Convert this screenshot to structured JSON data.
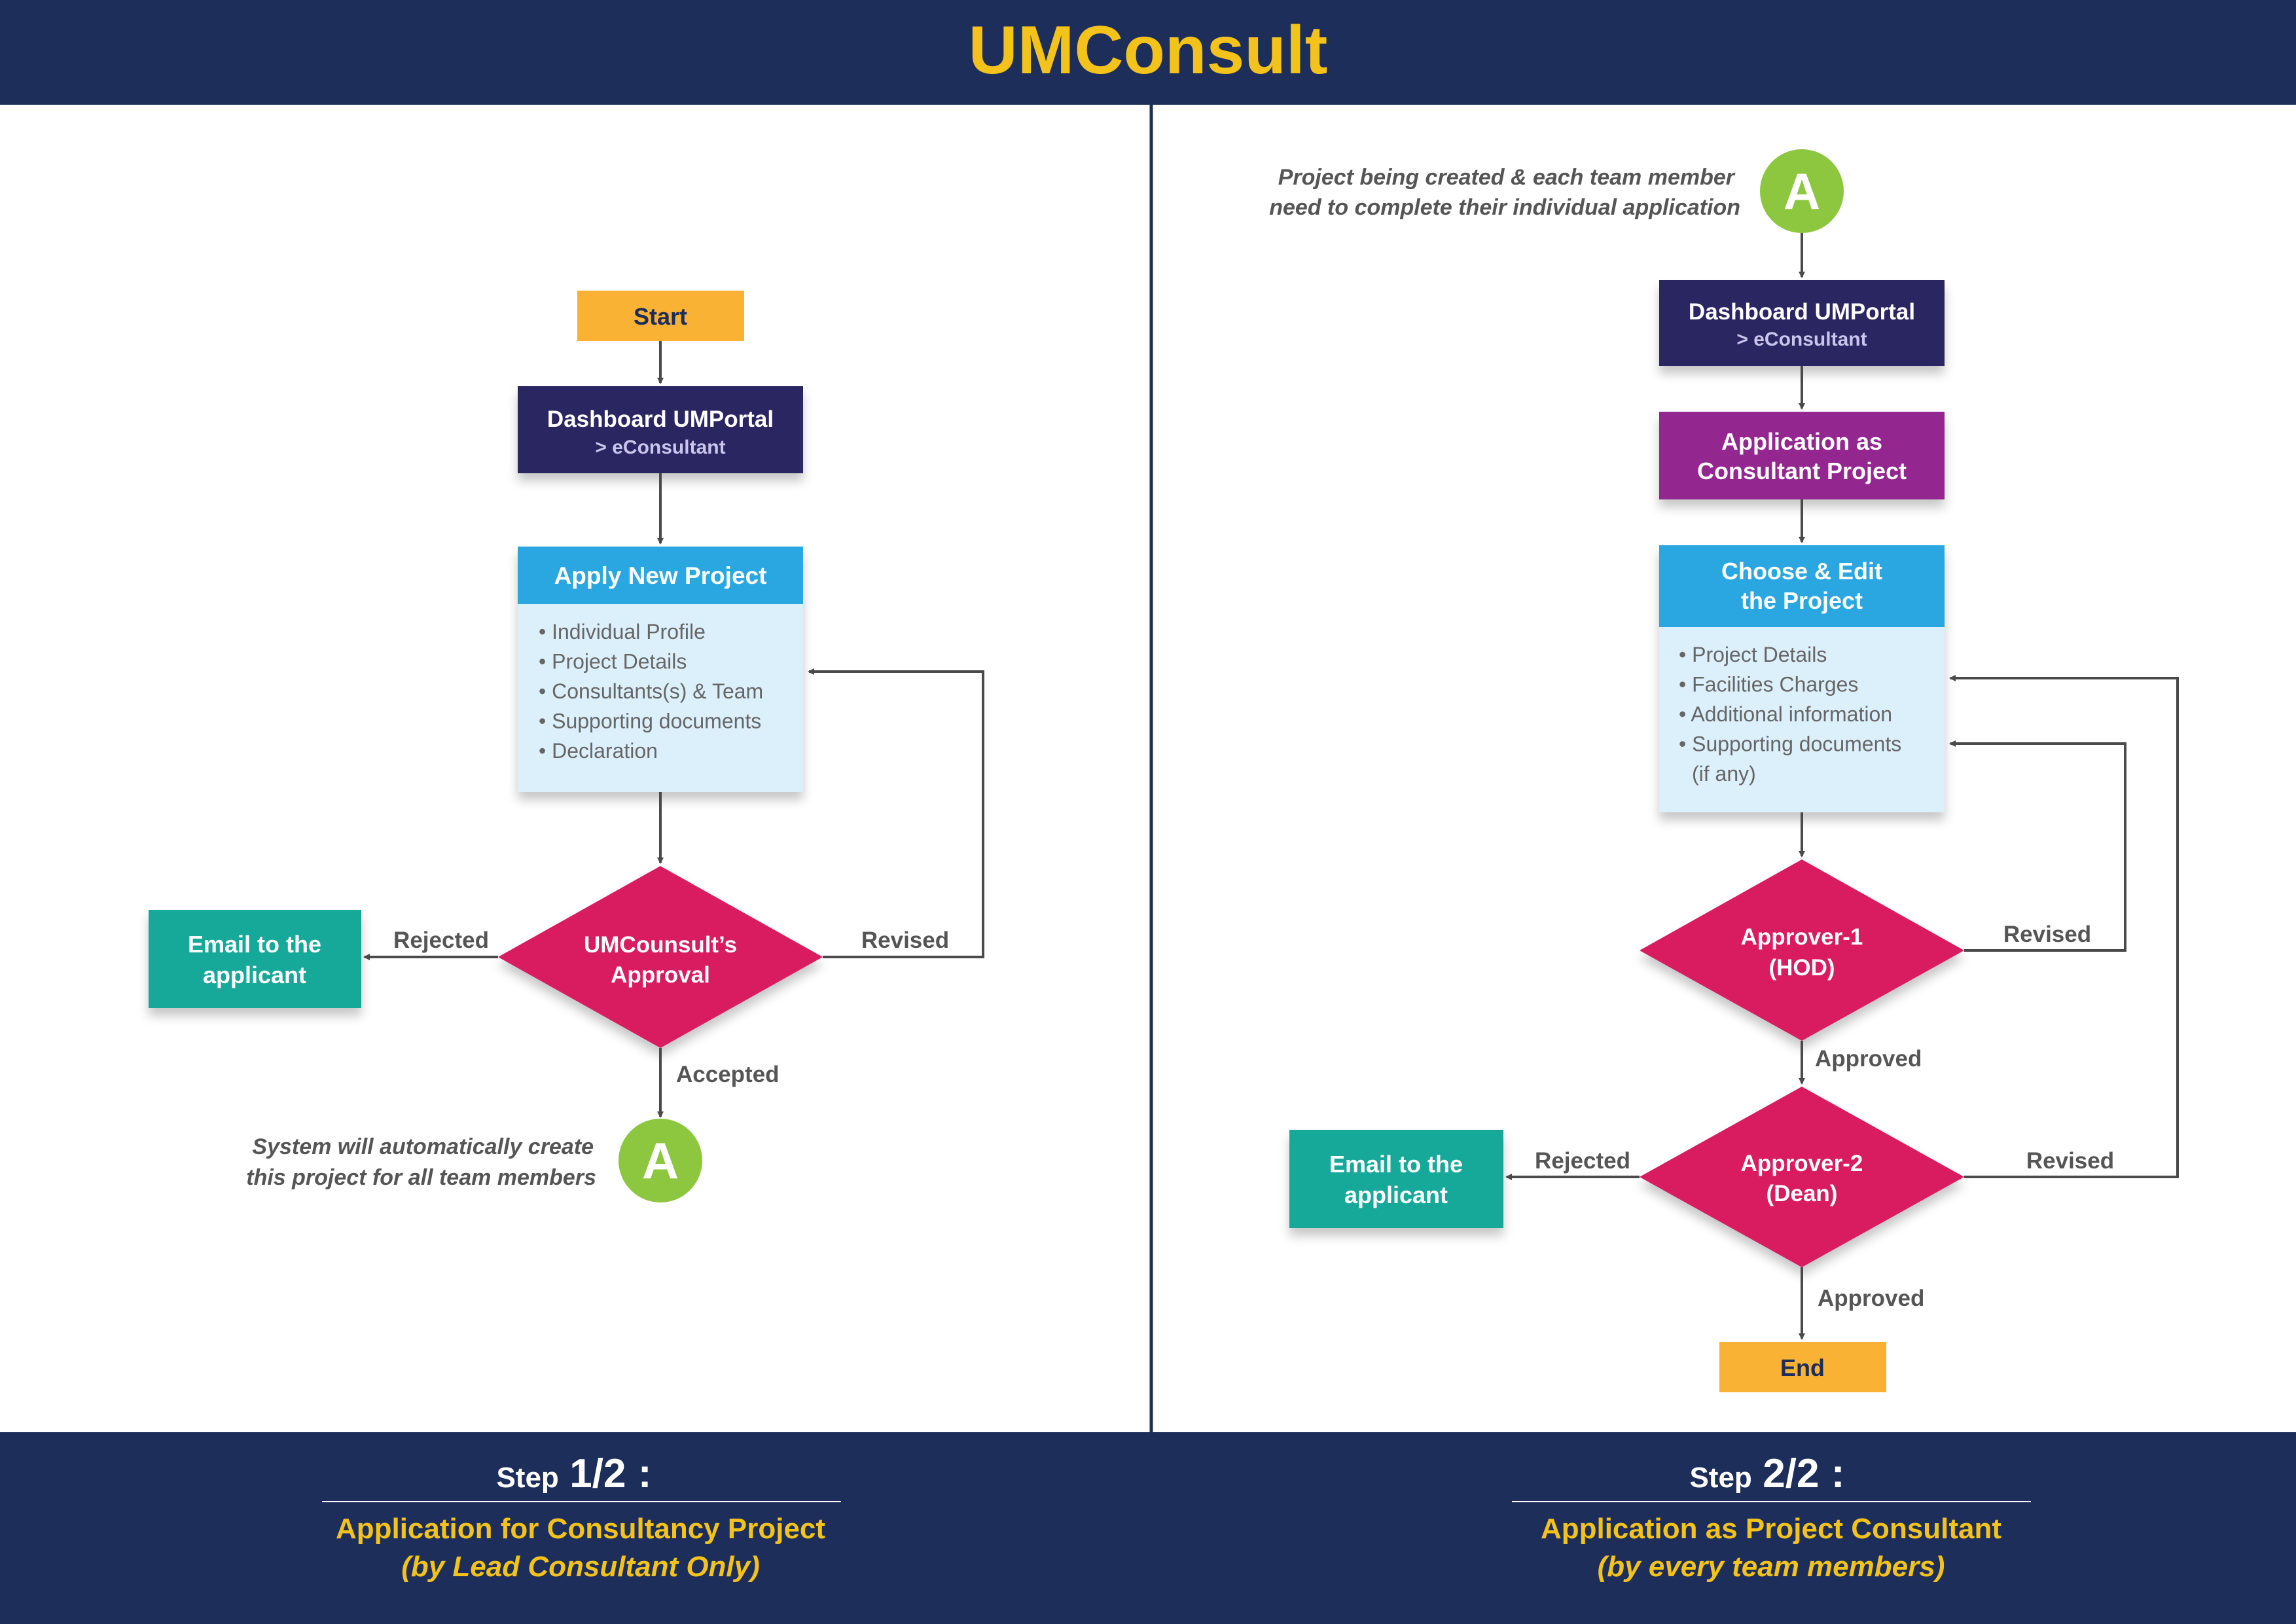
{
  "header": {
    "title": "UMConsult"
  },
  "colors": {
    "navy": "#1c2e59",
    "title_gold": "#f3c21b",
    "start_end_orange": "#f9b233",
    "dashboard_navy": "#2a2662",
    "dashboard_sub": "#c9c6ec",
    "apply_blue": "#2aa7e1",
    "light_blue_panel": "#dcf0fb",
    "decision_pink": "#d81b5e",
    "email_teal": "#17a999",
    "connector_green": "#8dc63f",
    "application_purple": "#93278f",
    "arrow_gray": "#4a4a4a",
    "text_gray": "#555555"
  },
  "step1": {
    "start_label": "Start",
    "dashboard": {
      "title": "Dashboard UMPortal",
      "subtitle": "> eConsultant"
    },
    "apply_new_project": {
      "title": "Apply New Project",
      "items": [
        "Individual Profile",
        "Project Details",
        "Consultants(s) & Team",
        "Supporting documents",
        "Declaration"
      ]
    },
    "decision": {
      "line1": "UMCounsult’s",
      "line2": "Approval"
    },
    "email": {
      "line1": "Email to the",
      "line2": "applicant"
    },
    "labels": {
      "rejected": "Rejected",
      "revised": "Revised",
      "accepted": "Accepted"
    },
    "connector": {
      "letter": "A",
      "note_line1": "System will automatically create",
      "note_line2": "this project for all team members"
    }
  },
  "step2": {
    "connector": {
      "letter": "A",
      "note_line1": "Project being created & each team member",
      "note_line2": "need to complete their individual application"
    },
    "dashboard": {
      "title": "Dashboard UMPortal",
      "subtitle": "> eConsultant"
    },
    "application": {
      "line1": "Application as",
      "line2": "Consultant Project"
    },
    "choose_edit": {
      "line1": "Choose & Edit",
      "line2": "the Project",
      "items": [
        "Project Details",
        "Facilities Charges",
        "Additional information",
        "Supporting documents"
      ],
      "items_suffix": "(if any)"
    },
    "approver1": {
      "line1": "Approver-1",
      "line2": "(HOD)"
    },
    "approver2": {
      "line1": "Approver-2",
      "line2": "(Dean)"
    },
    "email": {
      "line1": "Email to the",
      "line2": "applicant"
    },
    "labels": {
      "revised_1": "Revised",
      "revised_2": "Revised",
      "approved_1": "Approved",
      "approved_2": "Approved",
      "rejected": "Rejected"
    },
    "end_label": "End"
  },
  "footer": {
    "step1": {
      "step_word": "Step",
      "step_num": "1/2",
      "colon": ":",
      "title": "Application for Consultancy Project",
      "subtitle": "(by Lead Consultant Only)"
    },
    "step2": {
      "step_word": "Step",
      "step_num": "2/2",
      "colon": ":",
      "title": "Application as Project Consultant",
      "subtitle": "(by every team members)"
    }
  }
}
